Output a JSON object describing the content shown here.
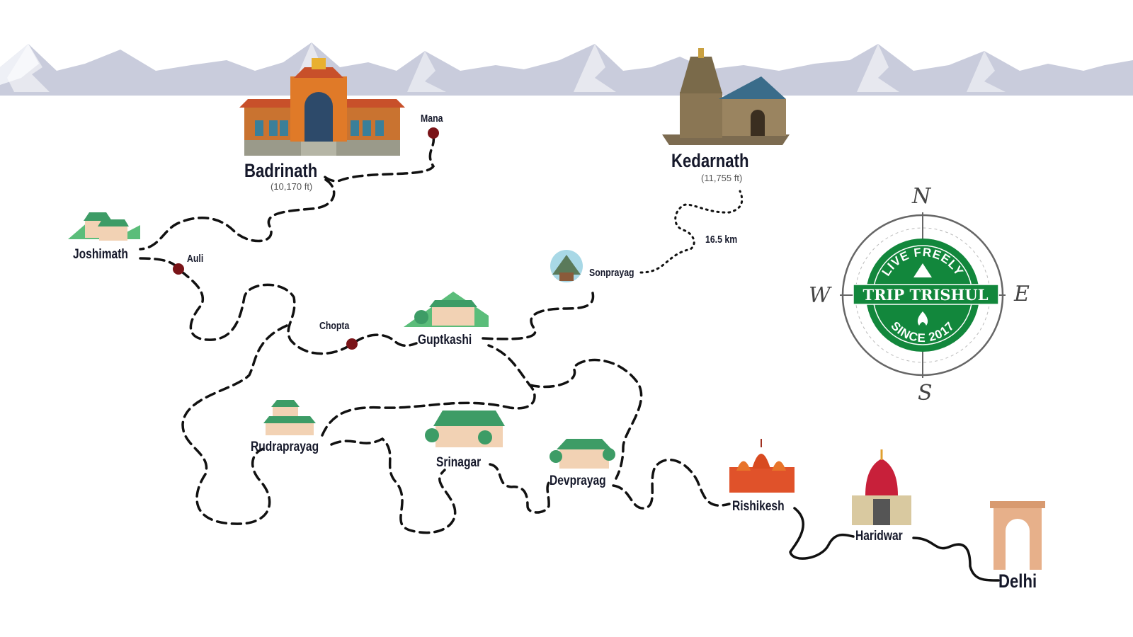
{
  "places": {
    "badrinath": {
      "name": "Badrinath",
      "elevation": "(10,170 ft)"
    },
    "kedarnath": {
      "name": "Kedarnath",
      "elevation": "(11,755 ft)"
    },
    "mana": {
      "name": "Mana"
    },
    "joshimath": {
      "name": "Joshimath"
    },
    "auli": {
      "name": "Auli"
    },
    "chopta": {
      "name": "Chopta"
    },
    "guptkashi": {
      "name": "Guptkashi"
    },
    "sonprayag": {
      "name": "Sonprayag"
    },
    "rudraprayag": {
      "name": "Rudraprayag"
    },
    "srinagar": {
      "name": "Srinagar"
    },
    "devprayag": {
      "name": "Devprayag"
    },
    "rishikesh": {
      "name": "Rishikesh"
    },
    "haridwar": {
      "name": "Haridwar"
    },
    "delhi": {
      "name": "Delhi"
    }
  },
  "trek_distance": "16.5 km",
  "compass": {
    "n": "N",
    "s": "S",
    "e": "E",
    "w": "W"
  },
  "logo": {
    "top": "LIVE FREELY",
    "name": "TRIP TRISHUL",
    "bottom": "SINCE 2017"
  },
  "colors": {
    "route": "#111111",
    "stop_dot": "#7a1418",
    "logo_green": "#12873c",
    "mountain": "#c9ccdc"
  }
}
